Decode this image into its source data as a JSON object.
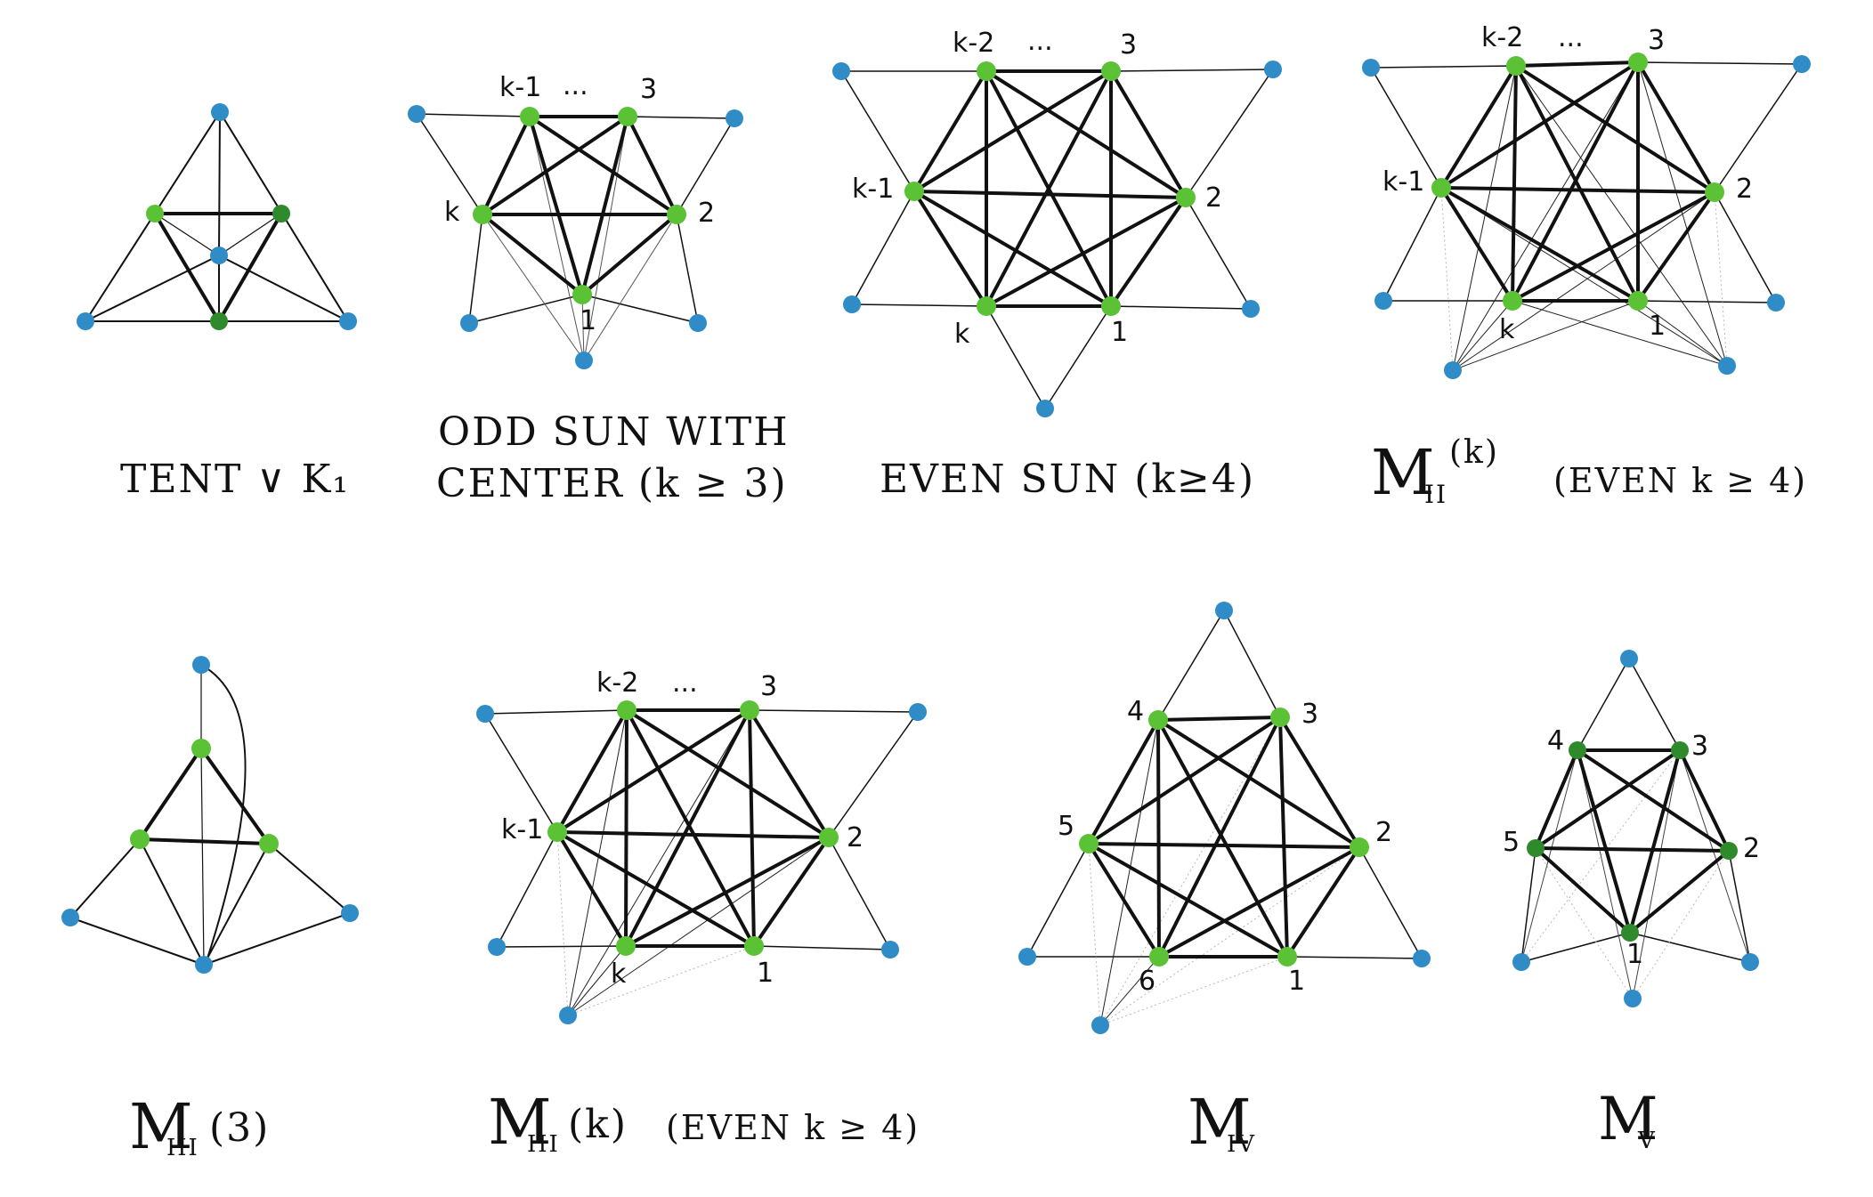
{
  "colors": {
    "green": "#5bc236",
    "darkgreen": "#2e8a2a",
    "blue": "#2f8cc6",
    "edge": "#111111",
    "thin": "#333333",
    "dotted": "#b8b8b8"
  },
  "captions": {
    "tent": "TENT ∨ K₁",
    "odd_sun_1": "ODD SUN WITH",
    "odd_sun_2": "CENTER (k ≥ 3)",
    "even_sun": "EVEN SUN (k≥4)",
    "m2": "M",
    "m2_sub": "II",
    "m2_arg": "(k)",
    "m2_cond": "(EVEN k ≥ 4)",
    "m3_3": "M",
    "m3_3_sub": "III",
    "m3_3_arg": "(3)",
    "m3_k": "M",
    "m3_k_sub": "III",
    "m3_k_arg": "(k)",
    "m3_k_cond": "(EVEN k ≥ 4)",
    "m4": "M",
    "m4_sub": "IV",
    "m5": "M",
    "m5_sub": "V"
  },
  "labels": {
    "odd_sun": {
      "k1": "k-1",
      "dots": "...",
      "three": "3",
      "k": "k",
      "two": "2",
      "one": "1"
    },
    "even_sun": {
      "k2": "k-2",
      "dots": "...",
      "three": "3",
      "k1": "k-1",
      "two": "2",
      "k": "k",
      "one": "1"
    },
    "m2": {
      "k2": "k-2",
      "dots": "...",
      "three": "3",
      "k1": "k-1",
      "two": "2",
      "k": "k",
      "one": "1"
    },
    "m3k": {
      "k2": "k-2",
      "dots": "...",
      "three": "3",
      "k1": "k-1",
      "two": "2",
      "k": "k",
      "one": "1"
    },
    "m4": {
      "four": "4",
      "three": "3",
      "five": "5",
      "two": "2",
      "six": "6",
      "one": "1"
    },
    "m5": {
      "four": "4",
      "three": "3",
      "five": "5",
      "two": "2",
      "one": "1"
    }
  }
}
